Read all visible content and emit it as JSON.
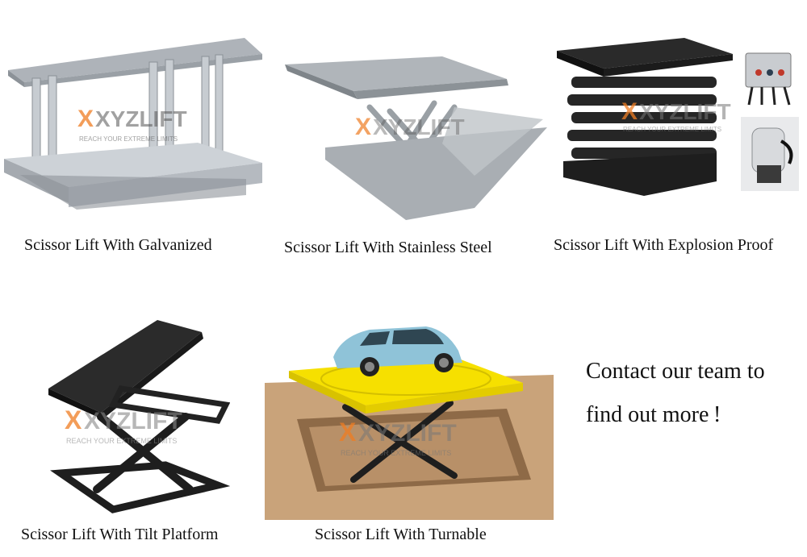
{
  "products": [
    {
      "caption": "Scissor Lift With Galvanized"
    },
    {
      "caption": "Scissor Lift With Stainless Steel"
    },
    {
      "caption": "Scissor Lift With Explosion Proof"
    },
    {
      "caption": "Scissor Lift With Tilt Platform"
    },
    {
      "caption": "Scissor Lift With Turnable"
    }
  ],
  "contact": {
    "line1": "Contact our team to",
    "line2": "find out more !"
  },
  "watermark": {
    "brand": "XYZLIFT",
    "slogan": "REACH YOUR EXTREME LIMITS"
  },
  "colors": {
    "brand_orange": "#ef7d22",
    "galvanized": "#b9bec4",
    "steel": "#9ea3a8",
    "black": "#1e1e1e",
    "yellow_platform": "#f6e000",
    "car": "#8fc3d8",
    "ground": "#c9a37a"
  }
}
